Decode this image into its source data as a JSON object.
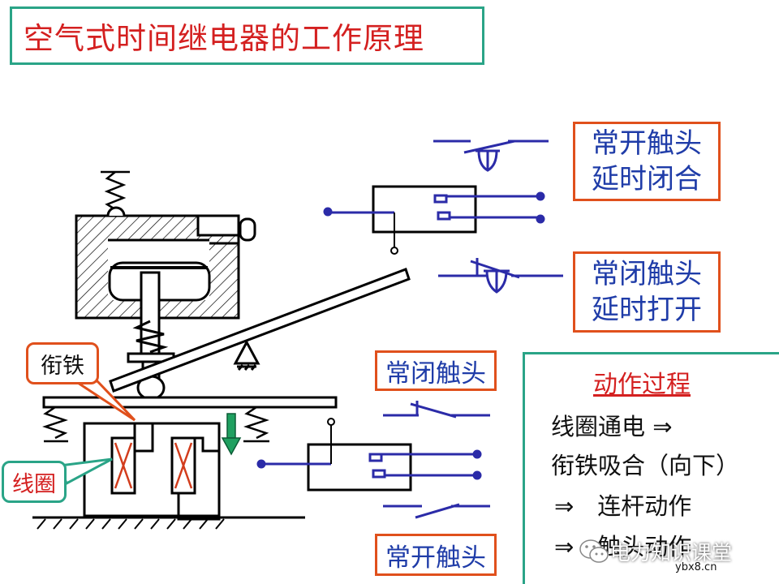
{
  "title": "空气式时间继电器的工作原理",
  "labels": {
    "no_delay_close": [
      "常开触头",
      "延时闭合"
    ],
    "nc_delay_open": [
      "常闭触头",
      "延时打开"
    ],
    "nc_contact": "常闭触头",
    "no_contact": "常开触头",
    "armature": "衔铁",
    "coil": "线圈"
  },
  "process": {
    "heading": "动作过程",
    "steps": [
      "线圈通电 ⇒",
      "衔铁吸合（向下）",
      "⇒　连杆动作",
      "⇒　触头动作"
    ]
  },
  "watermark": {
    "text": "电力知识课堂",
    "url": "ybx8.cn"
  },
  "colors": {
    "title": "#d42020",
    "text_blue": "#1f3ca8",
    "frame_green": "#2aa487",
    "frame_orange": "#e0501c",
    "wire_blue": "#2b2ba8",
    "arrow_green": "#1fa060"
  }
}
